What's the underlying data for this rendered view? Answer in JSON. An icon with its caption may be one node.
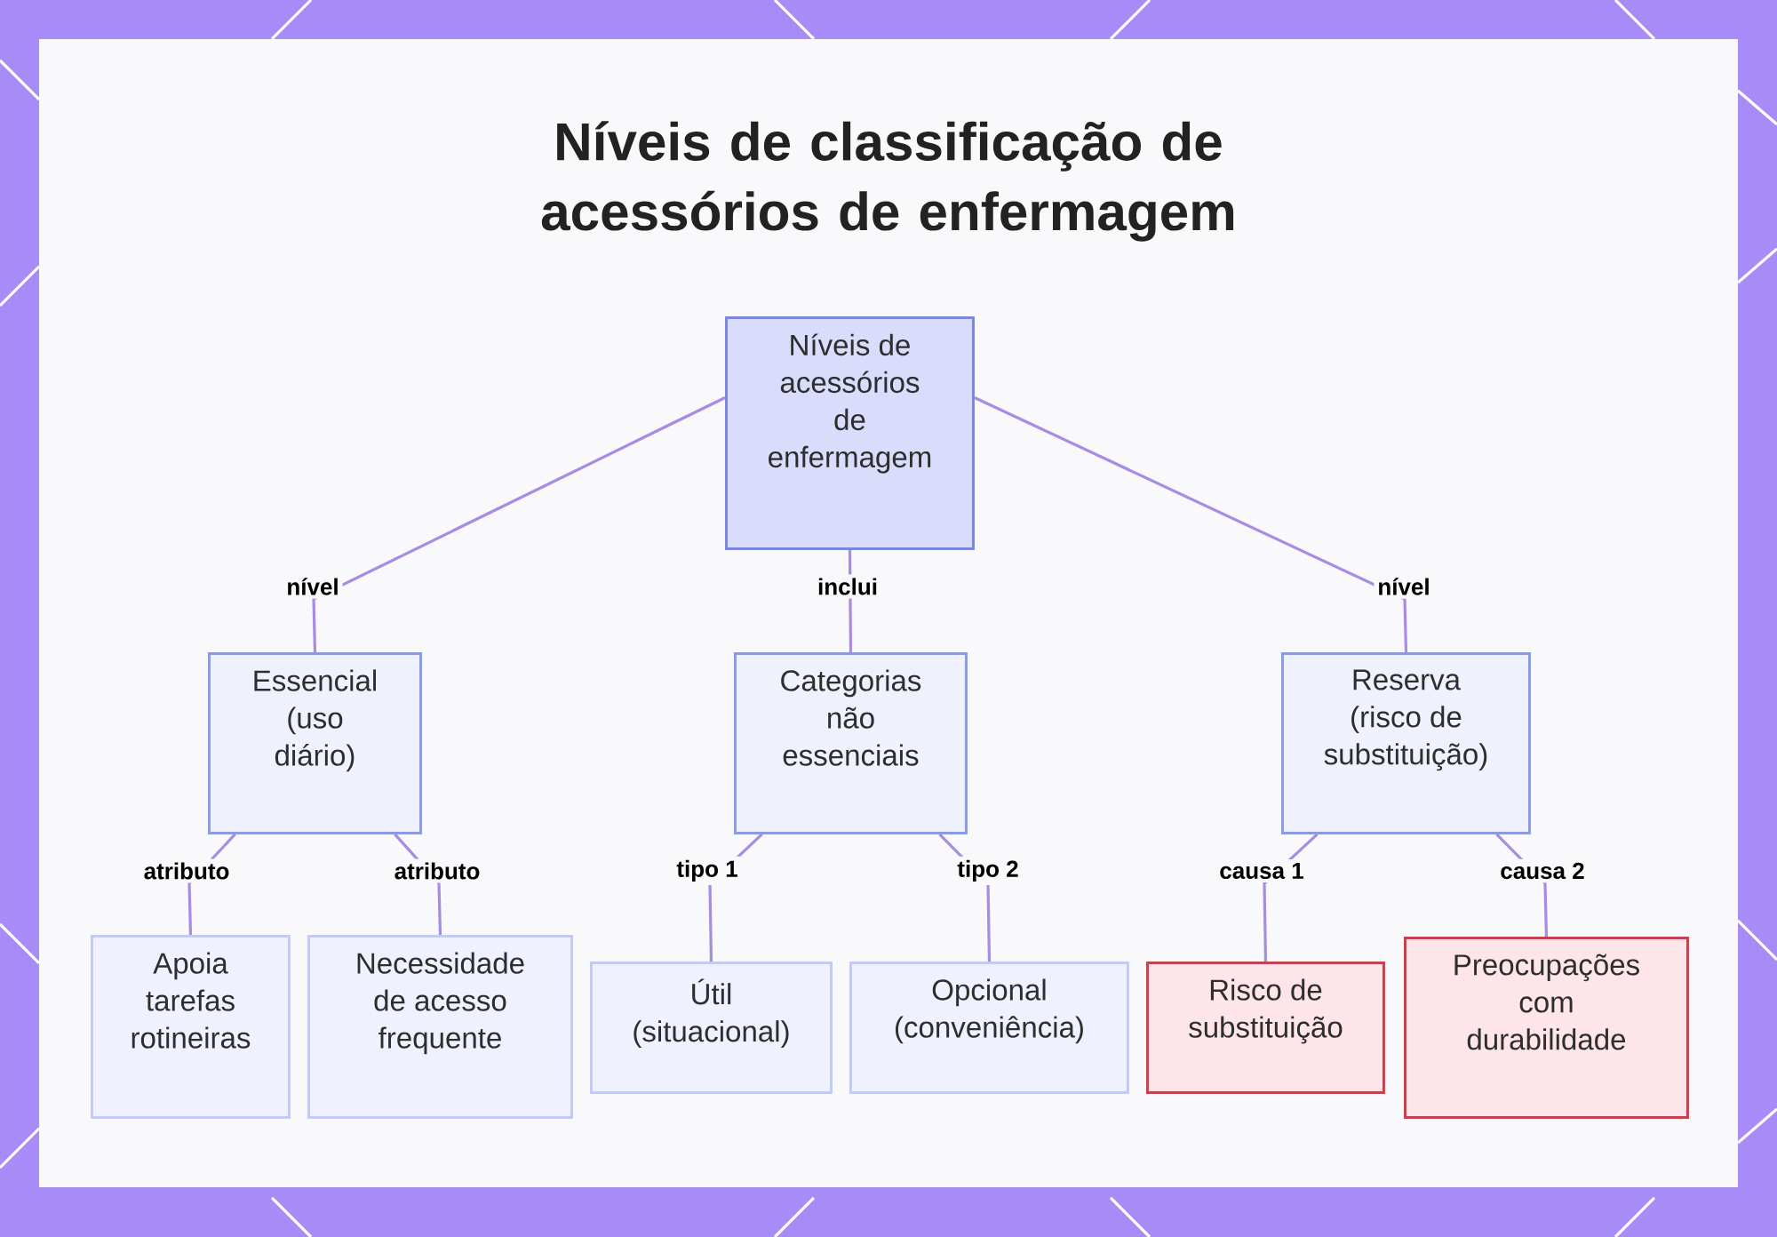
{
  "diagram": {
    "title": "Níveis de classificação de acessórios de enfermagem",
    "nodes": [
      {
        "text": [
          "Níveis de acessórios de enfermagem"
        ]
      },
      {
        "text": [
          "Essencial (uso diário)"
        ]
      },
      {
        "text": [
          "Categorias não essenciais"
        ]
      },
      {
        "text": [
          "Reserva (risco de substituição)"
        ]
      },
      {
        "text": [
          "Apoia tarefas rotineiras"
        ]
      },
      {
        "text": [
          "Necessidade de acesso frequente"
        ]
      },
      {
        "text": [
          "Útil (situacional)"
        ]
      },
      {
        "text": [
          "Opcional (conveniência)"
        ]
      },
      {
        "text": [
          "Risco de substituição"
        ]
      },
      {
        "text": [
          "Preocupações com durabilidade"
        ]
      }
    ],
    "edges": [
      {
        "from": 0,
        "to": 1,
        "arrow": "none",
        "label": "nível"
      },
      {
        "from": 0,
        "to": 2,
        "arrow": "none",
        "label": "inclui"
      },
      {
        "from": 0,
        "to": 3,
        "arrow": "none",
        "label": "nível"
      },
      {
        "from": 1,
        "to": 4,
        "arrow": "none",
        "label": "atributo"
      },
      {
        "from": 1,
        "to": 5,
        "arrow": "none",
        "label": "atributo"
      },
      {
        "from": 2,
        "to": 6,
        "arrow": "none",
        "label": "tipo 1"
      },
      {
        "from": 2,
        "to": 7,
        "arrow": "none",
        "label": "tipo 2"
      },
      {
        "from": 3,
        "to": 8,
        "arrow": "none",
        "label": "causa 1"
      },
      {
        "from": 3,
        "to": 9,
        "arrow": "none",
        "label": "causa 2"
      }
    ]
  }
}
